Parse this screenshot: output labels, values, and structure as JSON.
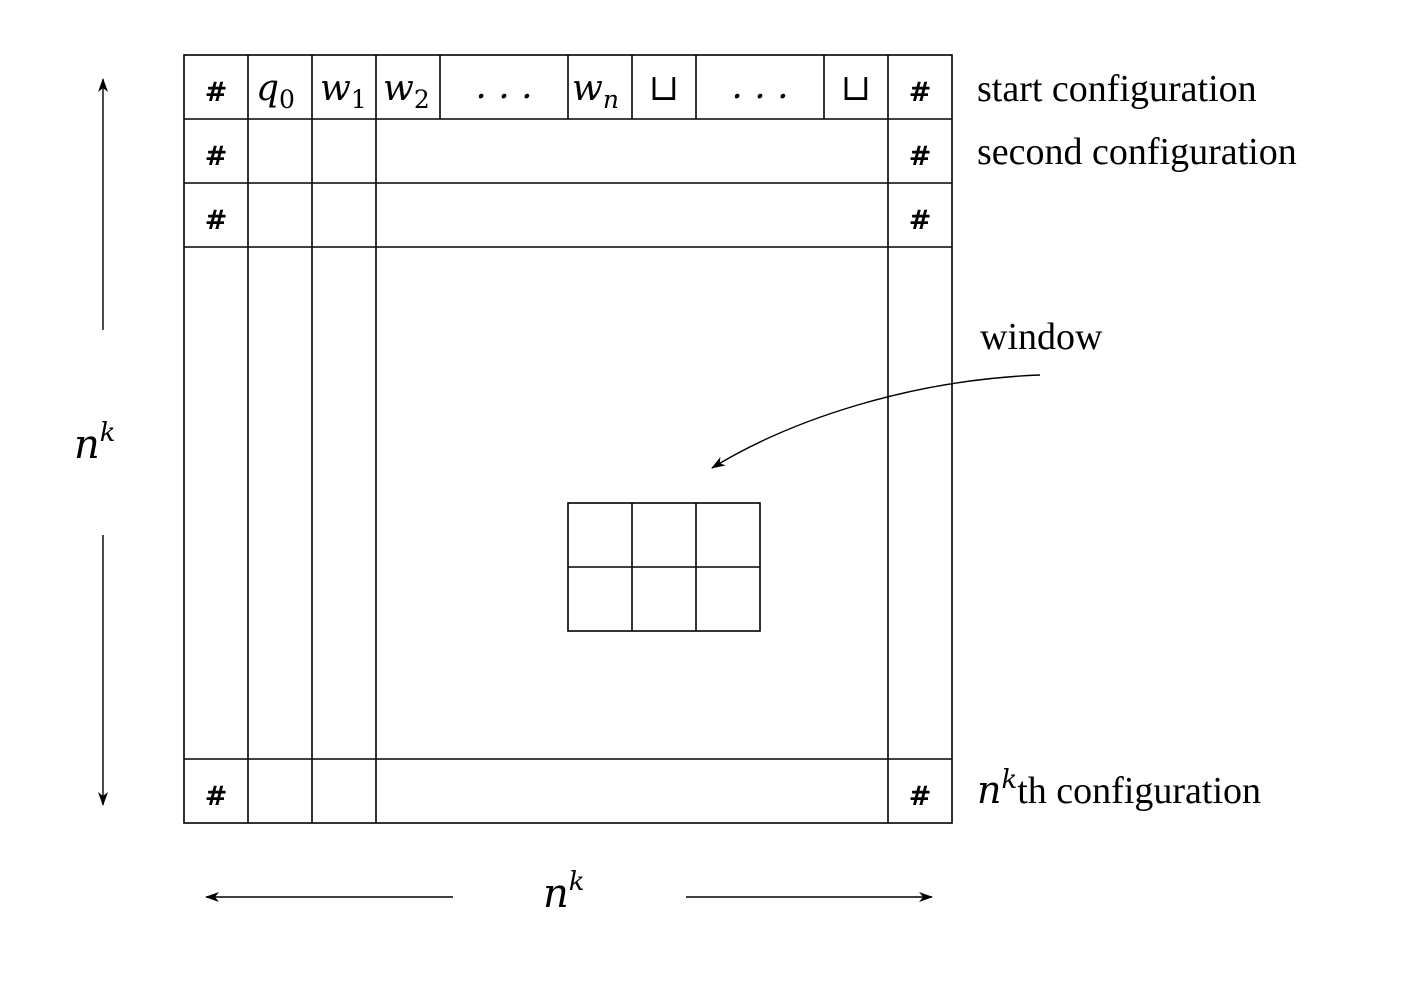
{
  "tableau": {
    "first_row": {
      "left_delim": "#",
      "state": {
        "base": "q",
        "sub": "0"
      },
      "w1": {
        "base": "w",
        "sub": "1"
      },
      "w2": {
        "base": "w",
        "sub": "2"
      },
      "dots_1": ". . .",
      "wn": {
        "base": "w",
        "sub": "n"
      },
      "blank_1": "⊔",
      "dots_2": ". . .",
      "blank_2": "⊔",
      "right_delim": "#"
    },
    "row_delims": [
      "#",
      "#",
      "#",
      "#",
      "#",
      "#"
    ]
  },
  "labels": {
    "start": "start configuration",
    "second": "second configuration",
    "window": "window",
    "last": {
      "base": "n",
      "sup": "k",
      "suffix": "th configuration"
    }
  },
  "dimensions": {
    "height": {
      "base": "n",
      "sup": "k"
    },
    "width": {
      "base": "n",
      "sup": "k"
    }
  }
}
